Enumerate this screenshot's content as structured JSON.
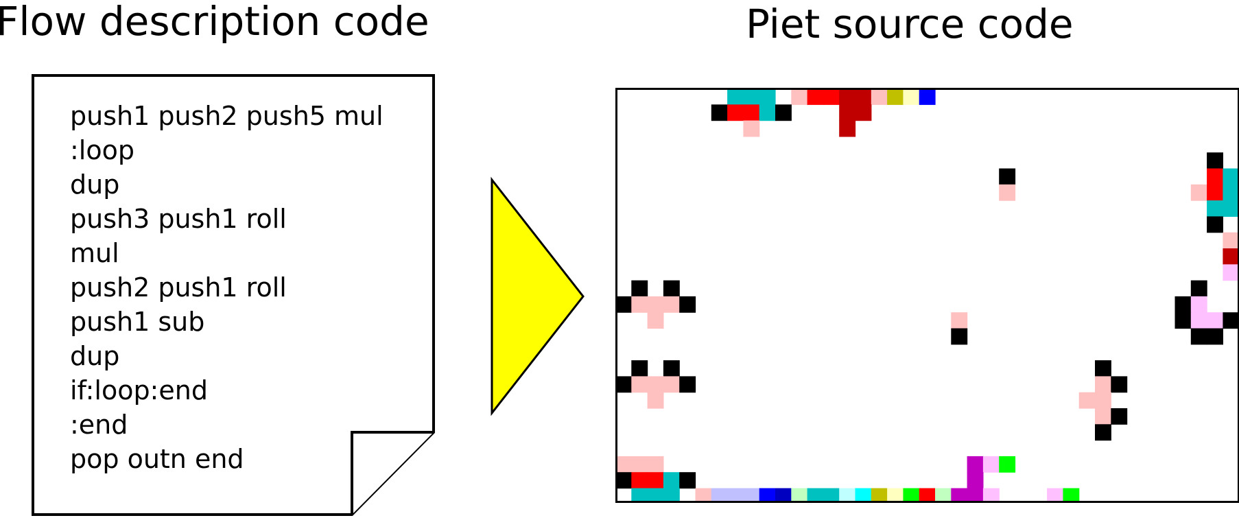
{
  "titles": {
    "left": "Flow description code",
    "right": "Piet source code"
  },
  "code_lines": [
    "push1 push2 push5 mul",
    ":loop",
    "dup",
    "push3 push1 roll",
    "mul",
    "push2 push1 roll",
    "push1 sub",
    "dup",
    "if:loop:end",
    ":end",
    "pop outn end"
  ],
  "colors": {
    "arrow_fill": "#ffff00",
    "black": "#000000",
    "light_red": "#ffc0c0",
    "red": "#ff0000",
    "dark_red": "#c00000",
    "dark_cyan": "#00c0c0",
    "cyan": "#00ffff",
    "light_cyan": "#c0ffff",
    "blue": "#0000ff",
    "dark_blue": "#0000c0",
    "light_blue": "#c0c0ff",
    "dark_yellow": "#c0c000",
    "light_yellow": "#ffffc0",
    "green": "#00ff00",
    "light_green": "#c0ffc0",
    "dark_magenta": "#c000c0",
    "light_magenta": "#ffc0ff"
  }
}
